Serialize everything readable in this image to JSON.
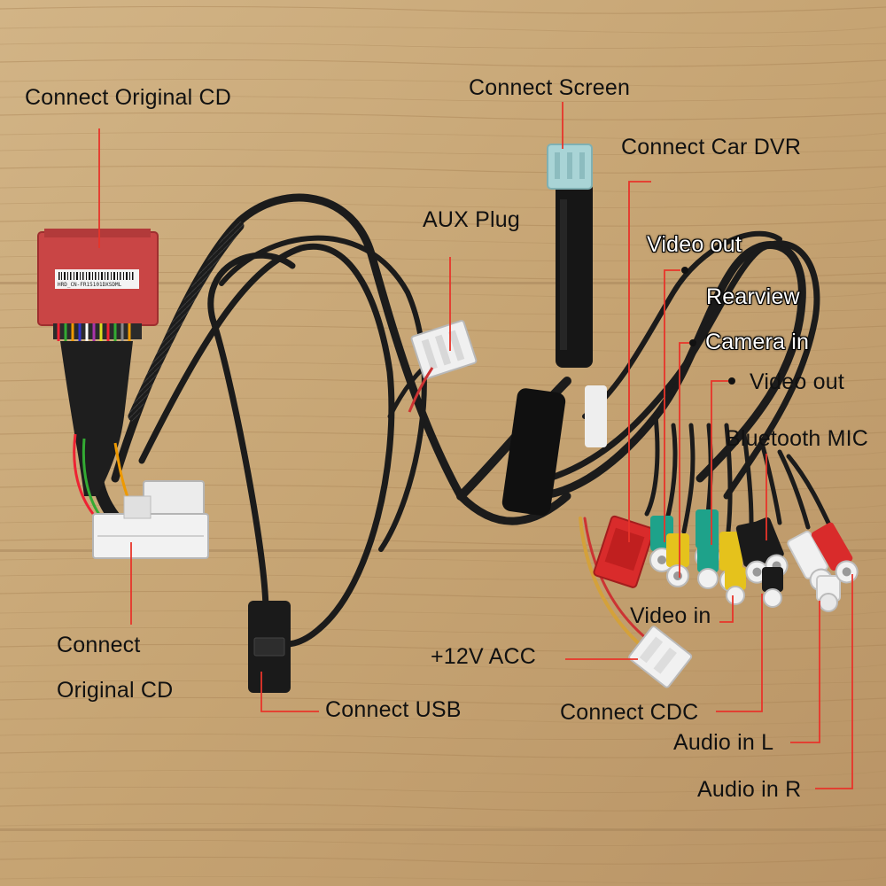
{
  "labels": {
    "connect_original_cd_top": "Connect Original CD",
    "connect_screen": "Connect Screen",
    "connect_car_dvr": "Connect Car DVR",
    "aux_plug": "AUX Plug",
    "video_out_1": "Video out",
    "rearview": "Rearview",
    "camera_in": "Camera in",
    "video_out_2": "Video out",
    "bluetooth_mic": "Bluetooth MIC",
    "connect_bottom_line1": "Connect",
    "original_cd_bottom_line2": "Original CD",
    "video_in": "Video in",
    "plus12v_acc": "+12V ACC",
    "connect_usb": "Connect USB",
    "connect_cdc": "Connect CDC",
    "audio_in_l": "Audio in L",
    "audio_in_r": "Audio in R"
  },
  "barcode_text": "HRD_CN-FR15101DXSDML",
  "colors": {
    "wood": "#c9a877",
    "leader_line": "#e8342a",
    "cable": "#1b1b1b",
    "connector_red": "#c94545",
    "connector_white": "#eeeeee",
    "connector_teal": "#a9d4d6",
    "rca_red": "#d92b2b",
    "rca_yellow": "#e5c21c",
    "rca_green": "#1ea28a",
    "rca_black": "#1a1a1a",
    "rca_white": "#f1f1f1"
  }
}
